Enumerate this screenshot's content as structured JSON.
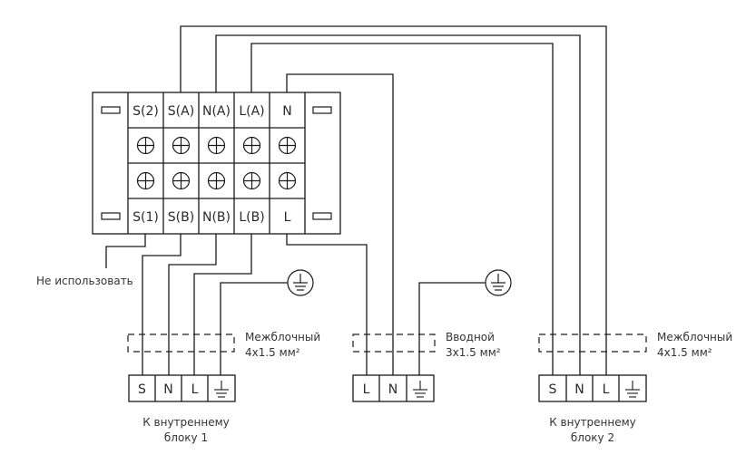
{
  "title": "Схема подключения наружного блока",
  "terminal_block": {
    "top_labels": [
      "S(2)",
      "S(A)",
      "N(A)",
      "L(A)",
      "N"
    ],
    "bottom_labels": [
      "S(1)",
      "S(B)",
      "N(B)",
      "L(B)",
      "L"
    ],
    "screw_icon": "screw-terminal-icon",
    "mount_icon": "mounting-slot-icon"
  },
  "labels": {
    "not_used": "Не использовать",
    "cable_interunit_1": "Межблочный",
    "cable_interunit_1_spec": "4x1.5 мм²",
    "cable_input": "Вводной",
    "cable_input_spec": "3x1.5 мм²",
    "cable_interunit_2": "Межблочный",
    "cable_interunit_2_spec": "4x1.5 мм²"
  },
  "units": [
    {
      "name_line1": "К внутреннему",
      "name_line2": "блоку 1",
      "terminals": [
        "S",
        "N",
        "L",
        "earth"
      ]
    },
    {
      "name_line1": "",
      "name_line2": "",
      "terminals": [
        "L",
        "N",
        "earth"
      ]
    },
    {
      "name_line1": "К внутреннему",
      "name_line2": "блоку 2",
      "terminals": [
        "S",
        "N",
        "L",
        "earth"
      ]
    }
  ],
  "ground_icons": [
    "earth-ground-icon",
    "earth-ground-icon"
  ]
}
